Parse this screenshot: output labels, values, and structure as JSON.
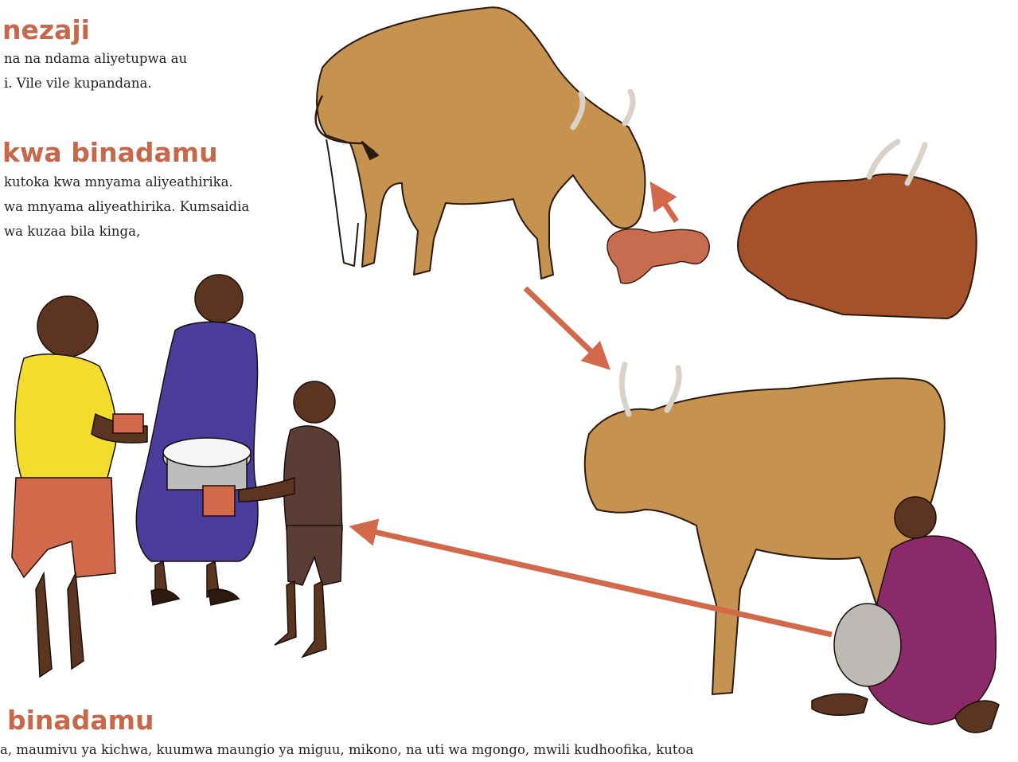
{
  "sections": {
    "transmission_between_animals": {
      "heading": "nezaji",
      "lines": [
        "na na ndama aliyetupwa au",
        "i. Vile vile kupandana."
      ]
    },
    "transmission_to_humans": {
      "heading": "kwa binadamu",
      "lines": [
        "kutoka kwa mnyama aliyeathirika.",
        "wa mnyama aliyeathirika. Kumsaidia",
        "wa kuzaa bila kinga,"
      ]
    },
    "symptoms_in_humans": {
      "heading": "binadamu",
      "lines": [
        "a, maumivu ya kichwa, kuumwa maungio ya miguu, mikono, na uti wa mgongo, mwili kudhoofika, kutoa"
      ]
    }
  },
  "illustration": {
    "colors": {
      "arrow": "#d2694a",
      "cow_tan": "#c6924f",
      "cow_brown": "#a5512a",
      "calf": "#c86c4f",
      "skin": "#5b3520",
      "yellow_shirt": "#f2dc2c",
      "blue_dress": "#4a3c9a",
      "purple_dress": "#8a2a6a",
      "brown_clothes": "#5a3d35"
    }
  }
}
